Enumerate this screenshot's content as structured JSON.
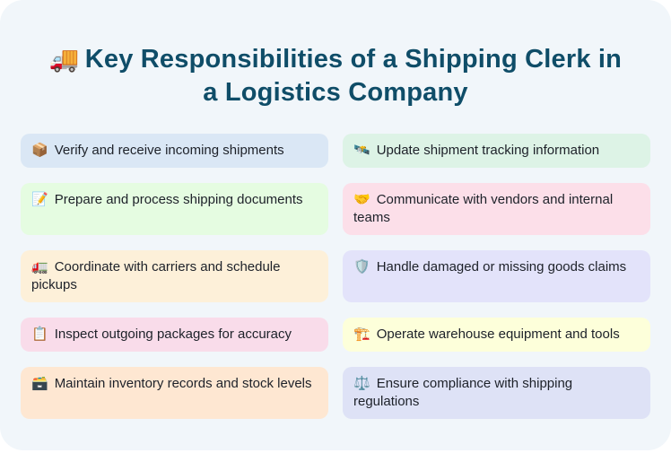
{
  "title": {
    "emoji": "🚚",
    "text": "Key Responsibilities of a Shipping Clerk in a Logistics Company"
  },
  "theme": {
    "page_background": "#ffffff",
    "container_background": "#f1f6fa",
    "title_color": "#0f4d68",
    "card_text_color": "#1d2129"
  },
  "cards": [
    {
      "icon": "package-icon",
      "emoji": "📦",
      "label": "Verify and receive incoming shipments",
      "bg": "#dae7f5"
    },
    {
      "icon": "satellite-icon",
      "emoji": "🛰️",
      "label": "Update shipment tracking information",
      "bg": "#ddf3e6"
    },
    {
      "icon": "memo-icon",
      "emoji": "📝",
      "label": "Prepare and process shipping documents",
      "bg": "#e5fce1"
    },
    {
      "icon": "handshake-icon",
      "emoji": "🤝",
      "label": "Communicate with vendors and internal teams",
      "bg": "#fcdfe9"
    },
    {
      "icon": "lorry-icon",
      "emoji": "🚛",
      "label": "Coordinate with carriers and schedule pickups",
      "bg": "#fdf0d9"
    },
    {
      "icon": "shield-icon",
      "emoji": "🛡️",
      "label": "Handle damaged or missing goods claims",
      "bg": "#e3e3fa"
    },
    {
      "icon": "clipboard-icon",
      "emoji": "📋",
      "label": "Inspect outgoing packages for accuracy",
      "bg": "#f9dcea"
    },
    {
      "icon": "crane-icon",
      "emoji": "🏗️",
      "label": "Operate warehouse equipment and tools",
      "bg": "#fdffda"
    },
    {
      "icon": "card-file-box-icon",
      "emoji": "🗃️",
      "label": "Maintain inventory records and stock levels",
      "bg": "#fee7d2"
    },
    {
      "icon": "balance-scale-icon",
      "emoji": "⚖️",
      "label": "Ensure compliance with shipping regulations",
      "bg": "#dee2f6"
    }
  ]
}
